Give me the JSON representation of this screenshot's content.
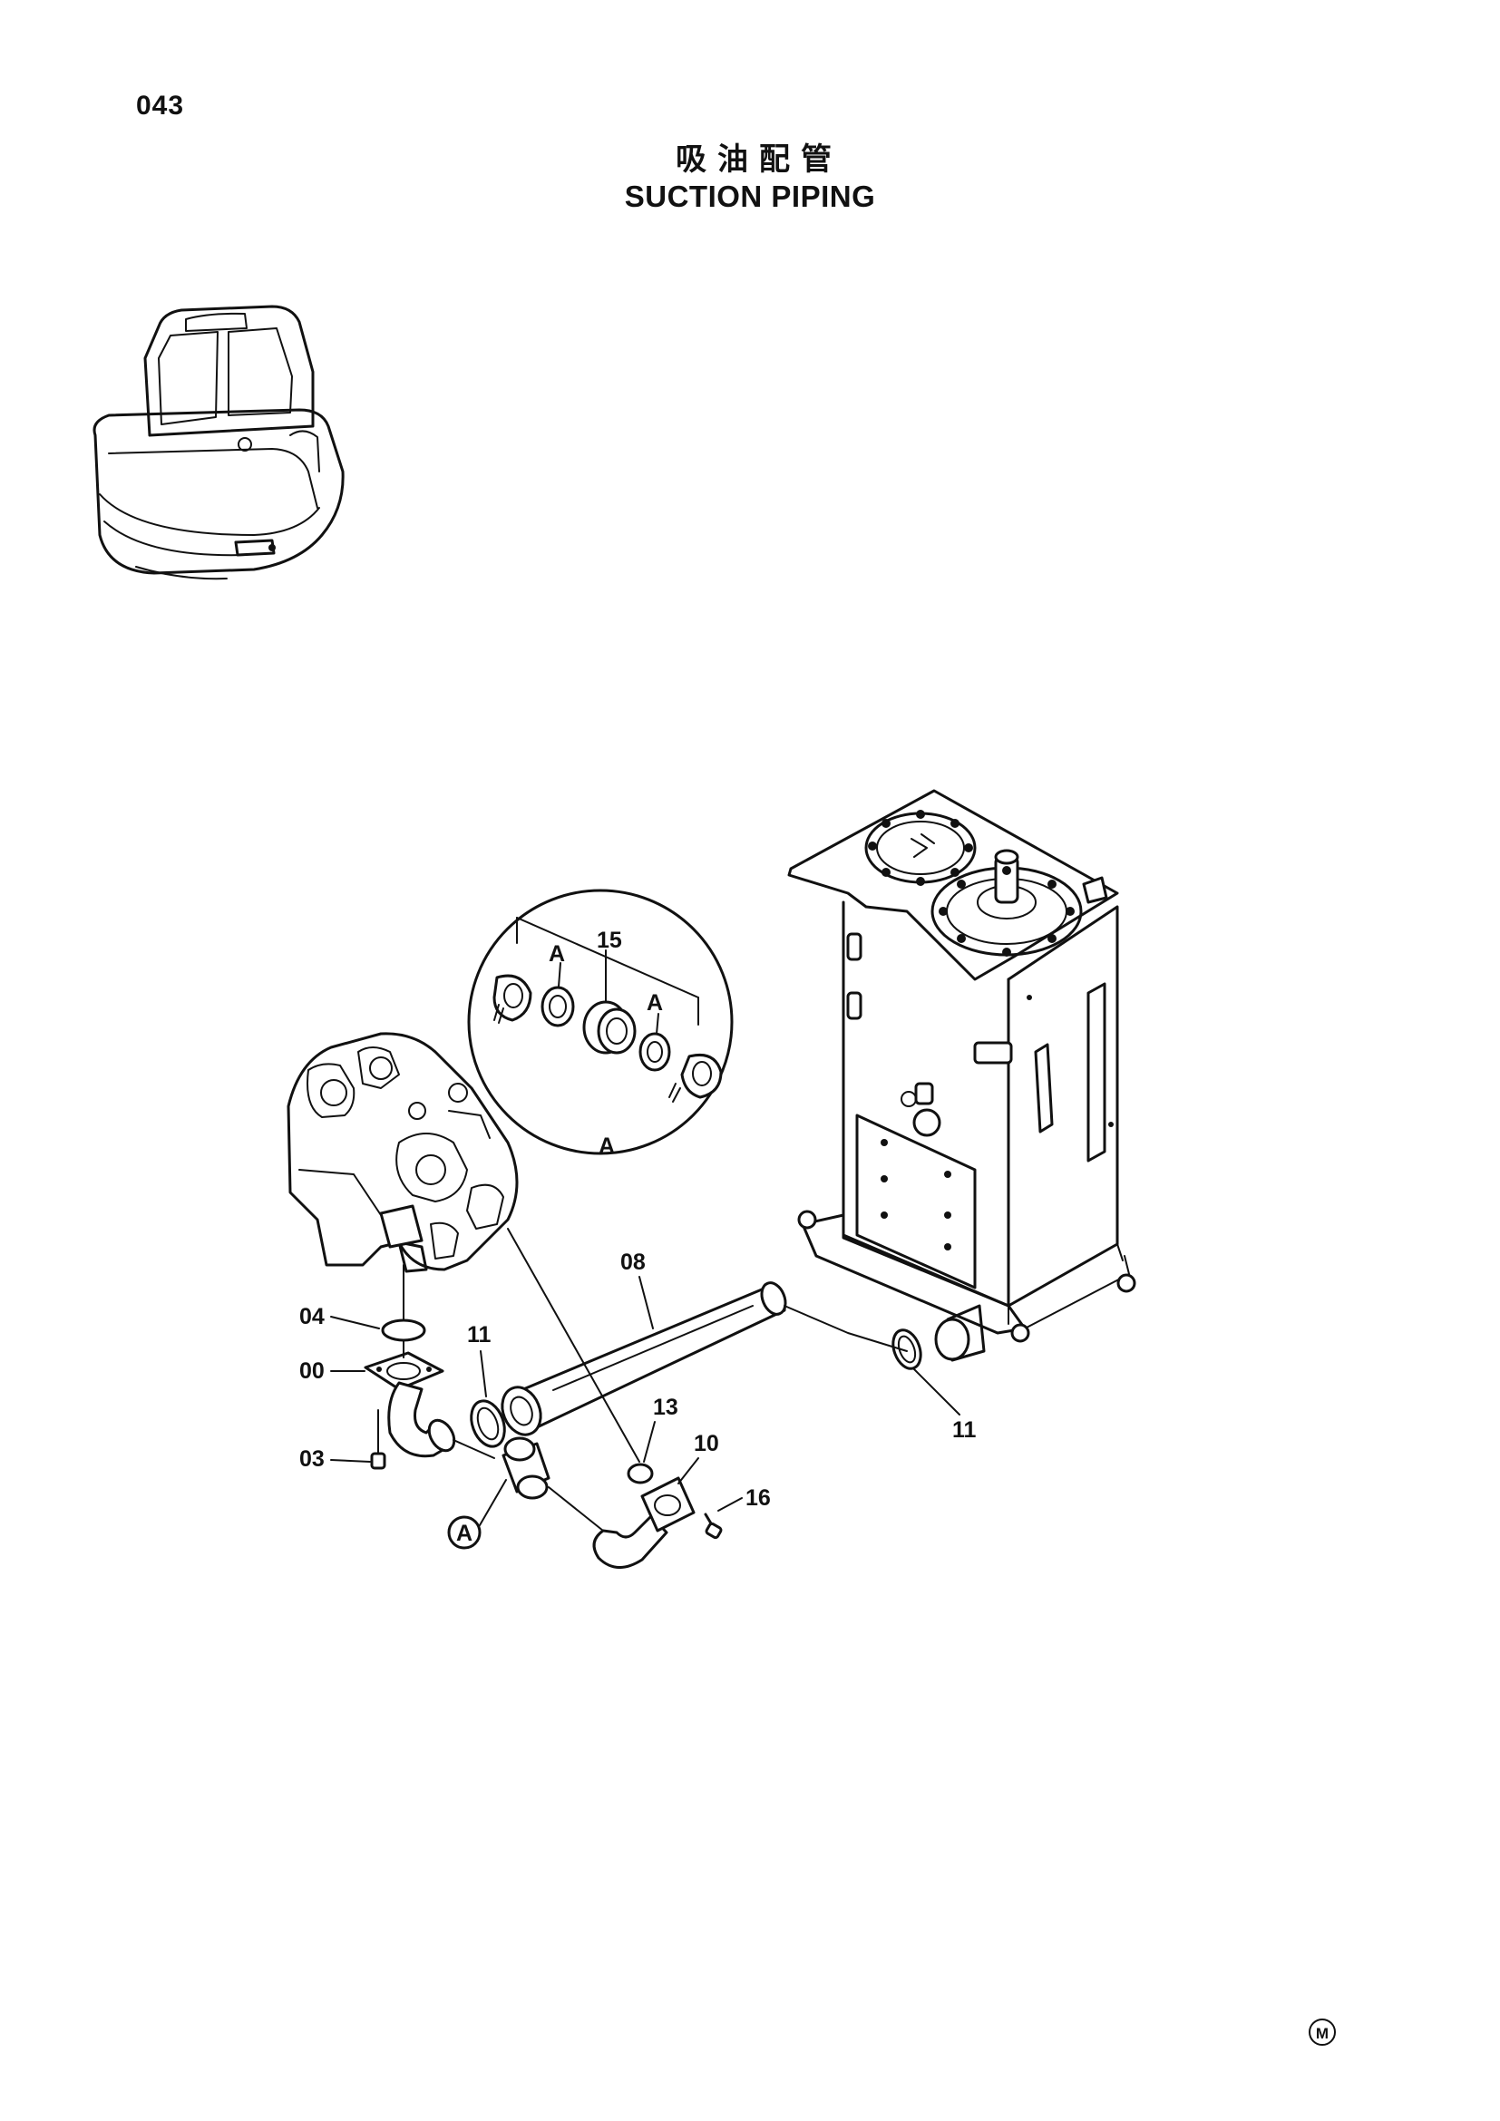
{
  "page": {
    "number": "043",
    "title_cn": "吸油配管",
    "title_en": "SUCTION PIPING",
    "mark": "M"
  },
  "callouts": {
    "c00": "00",
    "c03": "03",
    "c04": "04",
    "c08": "08",
    "c10": "10",
    "c11a": "11",
    "c11b": "11",
    "c13": "13",
    "c15": "15",
    "c16": "16",
    "detail_a1": "A",
    "detail_a2": "A",
    "detail_a_label": "A",
    "detail_ref": "A"
  }
}
